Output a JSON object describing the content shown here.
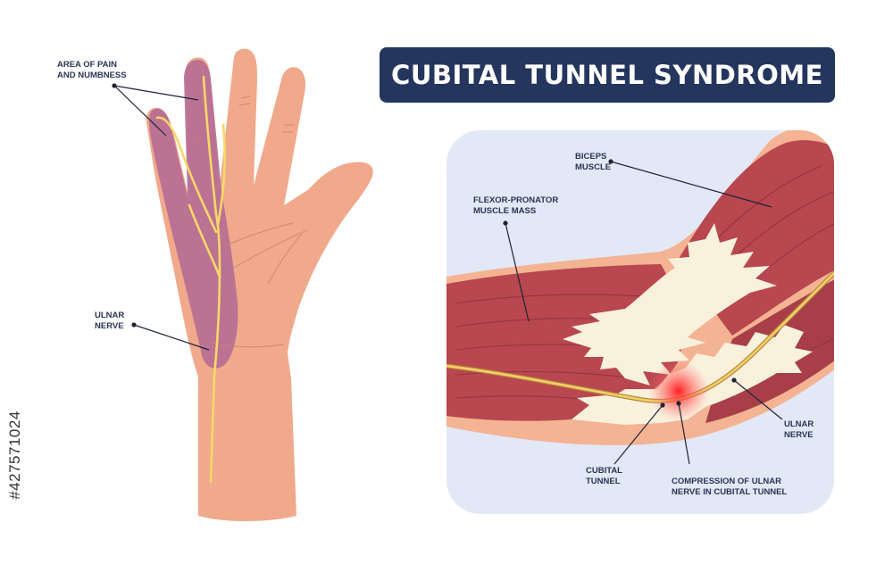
{
  "title": "CUBITAL TUNNEL SYNDROME",
  "stock_id": "#427571024",
  "labels": {
    "area_of_pain": [
      "AREA OF PAIN",
      "AND NUMBNESS"
    ],
    "ulnar_nerve_hand": [
      "ULNAR",
      "NERVE"
    ],
    "biceps": [
      "BICEPS",
      "MUSCLE"
    ],
    "flexor": [
      "FLEXOR-PRONATOR",
      "MUSCLE  MASS"
    ],
    "ulnar_nerve_elbow": [
      "ULNAR",
      "NERVE"
    ],
    "cubital_tunnel": [
      "CUBITAL",
      "TUNNEL"
    ],
    "compression": [
      "COMPRESSION OF ULNAR",
      "NERVE IN CUBITAL TUNNEL"
    ]
  },
  "colors": {
    "title_bg": "#25365e",
    "skin": "#f0a98a",
    "numb_area": "#b56c93",
    "nerve": "#f4d76a",
    "muscle": "#b8474f",
    "tendon": "#faf1dd",
    "panel_bg": "#e2e8f6",
    "compression": "#ff3030"
  }
}
